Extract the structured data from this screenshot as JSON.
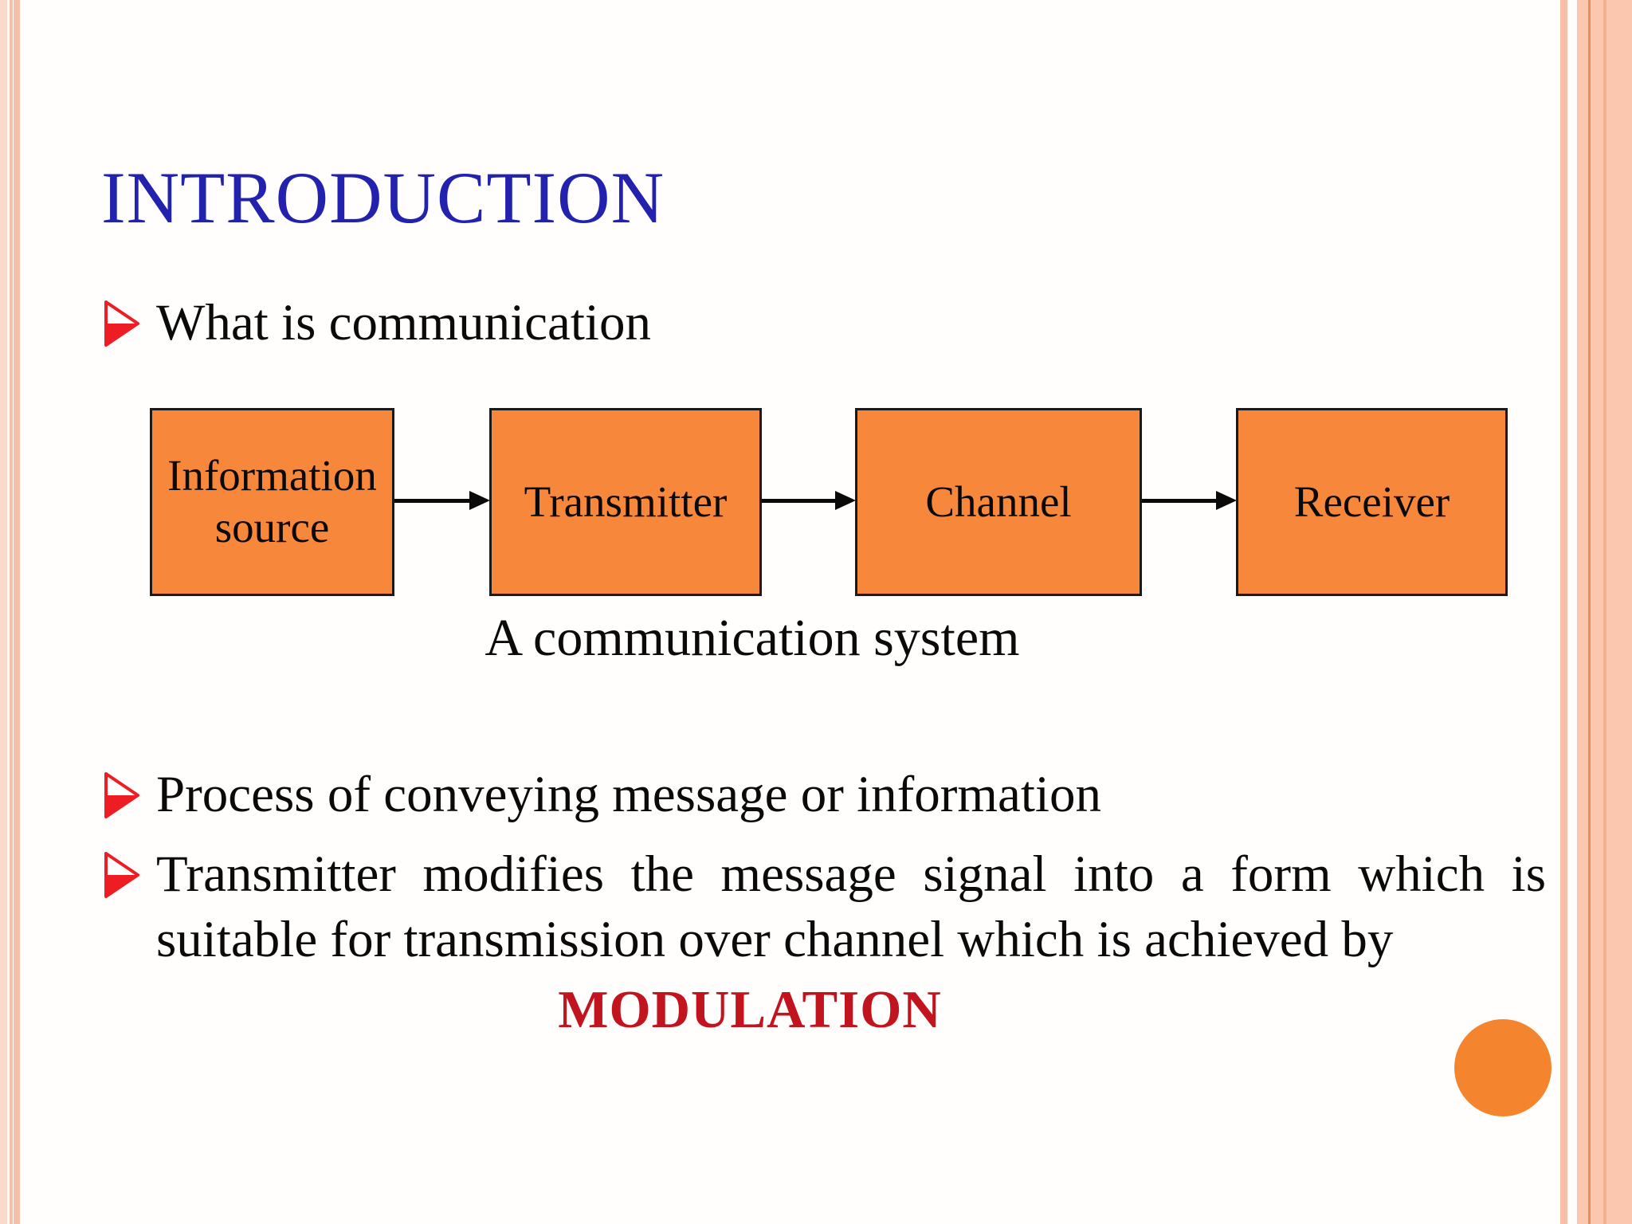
{
  "slide": {
    "title": "INTRODUCTION",
    "bullet_glyph": "red-3d-arrowhead",
    "bullets": [
      {
        "text": "What is communication"
      },
      {
        "text": "Process of conveying message or  information"
      },
      {
        "text": "Transmitter modifies the message signal into a form which is suitable for transmission over channel which is achieved by"
      }
    ],
    "diagram": {
      "boxes": [
        {
          "label": "Information source"
        },
        {
          "label": "Transmitter"
        },
        {
          "label": "Channel"
        },
        {
          "label": "Receiver"
        }
      ],
      "caption": "A communication system",
      "flow": "Information source -> Transmitter -> Channel -> Receiver"
    },
    "emphasis": "MODULATION",
    "colors": {
      "title_blue": "#2222AF",
      "box_fill_orange": "#F6873B",
      "box_border": "#1A1A1A",
      "emphasis_red": "#C2141E",
      "bullet_arrow_red": "#EE1C23",
      "side_border_salmon": "#FBC7AE",
      "side_stripe_pink": "#F6BFA8",
      "circle_orange": "#F5842F",
      "body_text": "#0A0A0A"
    }
  }
}
